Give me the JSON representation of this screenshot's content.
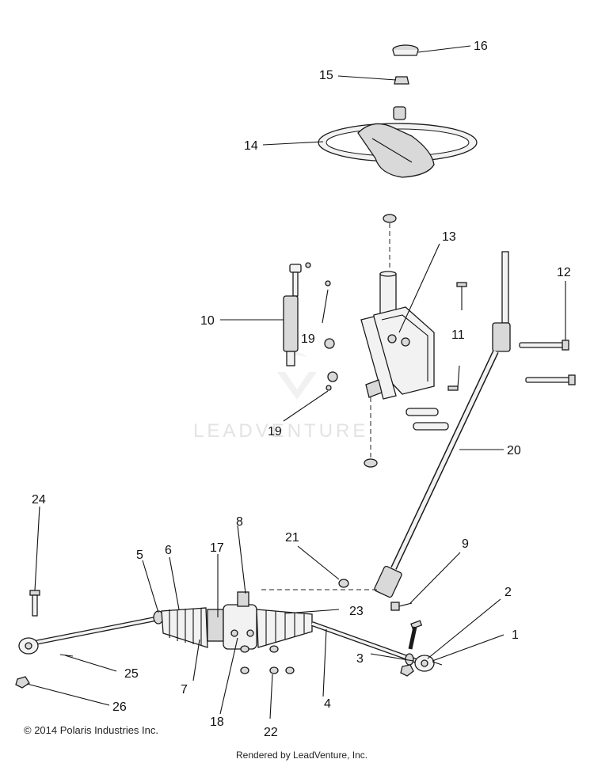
{
  "watermark": "LEADVENTURE",
  "copyright": "© 2014 Polaris Industries Inc.",
  "rendered_by": "Rendered by LeadVenture, Inc.",
  "callouts": {
    "c1": "1",
    "c2": "2",
    "c3": "3",
    "c4": "4",
    "c5": "5",
    "c6": "6",
    "c7": "7",
    "c8": "8",
    "c9": "9",
    "c10": "10",
    "c11": "11",
    "c12": "12",
    "c13": "13",
    "c14": "14",
    "c15": "15",
    "c16": "16",
    "c17": "17",
    "c18": "18",
    "c19a": "19",
    "c19b": "19",
    "c20": "20",
    "c21": "21",
    "c22": "22",
    "c23": "23",
    "c24": "24",
    "c25": "25",
    "c26": "26"
  }
}
